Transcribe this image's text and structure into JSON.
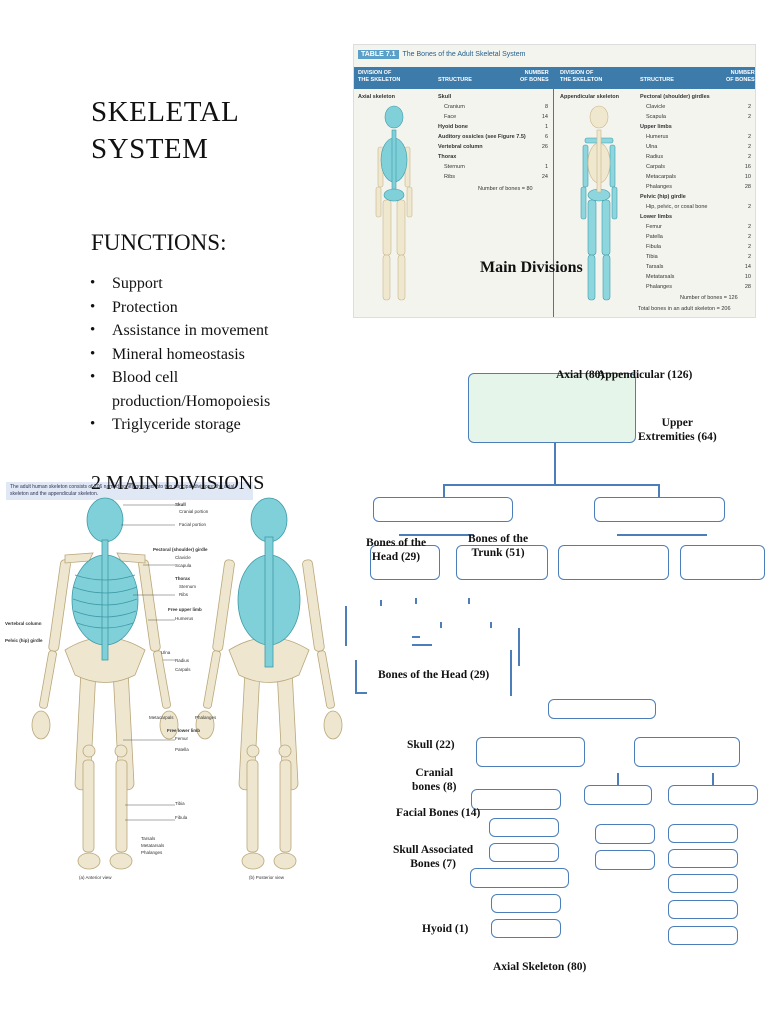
{
  "title": "SKELETAL\nSYSTEM",
  "functions_heading": "FUNCTIONS:",
  "functions": [
    "Support",
    "Protection",
    "Assistance in movement",
    "Mineral homeostasis",
    "Blood cell production/Homopoiesis",
    "Triglyceride storage"
  ],
  "divisions_heading": "2 MAIN DIVISIONS",
  "table": {
    "number": "TABLE 7.1",
    "title": "The Bones of the Adult Skeletal System",
    "headers": {
      "division": "DIVISION OF\nTHE SKELETON",
      "structure": "STRUCTURE",
      "number": "NUMBER\nOF BONES"
    },
    "axial_label": "Axial skeleton",
    "appendicular_label": "Appendicular skeleton",
    "axial_rows": [
      {
        "name": "Skull",
        "value": "",
        "bold": true
      },
      {
        "name": "Cranium",
        "value": "8",
        "bold": false
      },
      {
        "name": "Face",
        "value": "14",
        "bold": false
      },
      {
        "name": "Hyoid bone",
        "value": "1",
        "bold": true
      },
      {
        "name": "Auditory ossicles (see Figure 7.5)",
        "value": "6",
        "bold": true
      },
      {
        "name": "Vertebral column",
        "value": "26",
        "bold": true
      },
      {
        "name": "Thorax",
        "value": "",
        "bold": true
      },
      {
        "name": "Sternum",
        "value": "1",
        "bold": false
      },
      {
        "name": "Ribs",
        "value": "24",
        "bold": false
      }
    ],
    "axial_total": "Number of bones = 80",
    "appendicular_rows": [
      {
        "name": "Pectoral (shoulder) girdles",
        "value": "",
        "bold": true
      },
      {
        "name": "Clavicle",
        "value": "2",
        "bold": false
      },
      {
        "name": "Scapula",
        "value": "2",
        "bold": false
      },
      {
        "name": "Upper limbs",
        "value": "",
        "bold": true
      },
      {
        "name": "Humerus",
        "value": "2",
        "bold": false
      },
      {
        "name": "Ulna",
        "value": "2",
        "bold": false
      },
      {
        "name": "Radius",
        "value": "2",
        "bold": false
      },
      {
        "name": "Carpals",
        "value": "16",
        "bold": false
      },
      {
        "name": "Metacarpals",
        "value": "10",
        "bold": false
      },
      {
        "name": "Phalanges",
        "value": "28",
        "bold": false
      },
      {
        "name": "Pelvic (hip) girdle",
        "value": "",
        "bold": true
      },
      {
        "name": "Hip, pelvic, or coxal bone",
        "value": "2",
        "bold": false
      },
      {
        "name": "Lower limbs",
        "value": "",
        "bold": true
      },
      {
        "name": "Femur",
        "value": "2",
        "bold": false
      },
      {
        "name": "Patella",
        "value": "2",
        "bold": false
      },
      {
        "name": "Fibula",
        "value": "2",
        "bold": false
      },
      {
        "name": "Tibia",
        "value": "2",
        "bold": false
      },
      {
        "name": "Tarsals",
        "value": "14",
        "bold": false
      },
      {
        "name": "Metatarsals",
        "value": "10",
        "bold": false
      },
      {
        "name": "Phalanges",
        "value": "28",
        "bold": false
      }
    ],
    "appendicular_total": "Number of bones = 126",
    "grand_total": "Total bones in an adult skeleton = 206",
    "overlay": "Main Divisions"
  },
  "figure": {
    "caption": "The adult human skeleton consists of 206 named bones grouped into two principal divisions: the axial skeleton and the appendicular skeleton.",
    "labels_anterior": [
      "Skull",
      "Cranial portion",
      "Facial portion",
      "Pectoral (shoulder) girdle",
      "Clavicle",
      "Scapula",
      "Thorax",
      "Sternum",
      "Ribs",
      "Free upper limb",
      "Humerus",
      "Ulna",
      "Radius",
      "Carpals",
      "Metacarpals",
      "Phalanges",
      "Free lower limb",
      "Femur",
      "Patella",
      "Tibia",
      "Fibula",
      "Tarsals",
      "Metatarsals",
      "Phalanges"
    ],
    "labels_left": [
      "Vertebral column",
      "Pelvic (hip) girdle"
    ],
    "view_a": "(a) Anterior view",
    "view_b": "(b) Posterior view",
    "colors": {
      "axial": "#6fc3cf",
      "appendicular": "#efe6cf"
    }
  },
  "diagram": {
    "axial": "Axial (80)",
    "appendicular": "Appendicular (126)",
    "upper_extremities": "Upper\nExtremities (64)",
    "bones_head": "Bones of the\nHead (29)",
    "bones_trunk": "Bones of the\nTrunk (51)",
    "bones_head_2": "Bones of the Head (29)",
    "skull": "Skull (22)",
    "cranial": "Cranial\nbones (8)",
    "facial": "Facial Bones (14)",
    "skull_assoc": "Skull Associated\nBones (7)",
    "hyoid": "Hyoid (1)",
    "axial_footer": "Axial Skeleton (80)",
    "box_fill": "#e6f5ea",
    "box_border": "#4c7fba"
  }
}
